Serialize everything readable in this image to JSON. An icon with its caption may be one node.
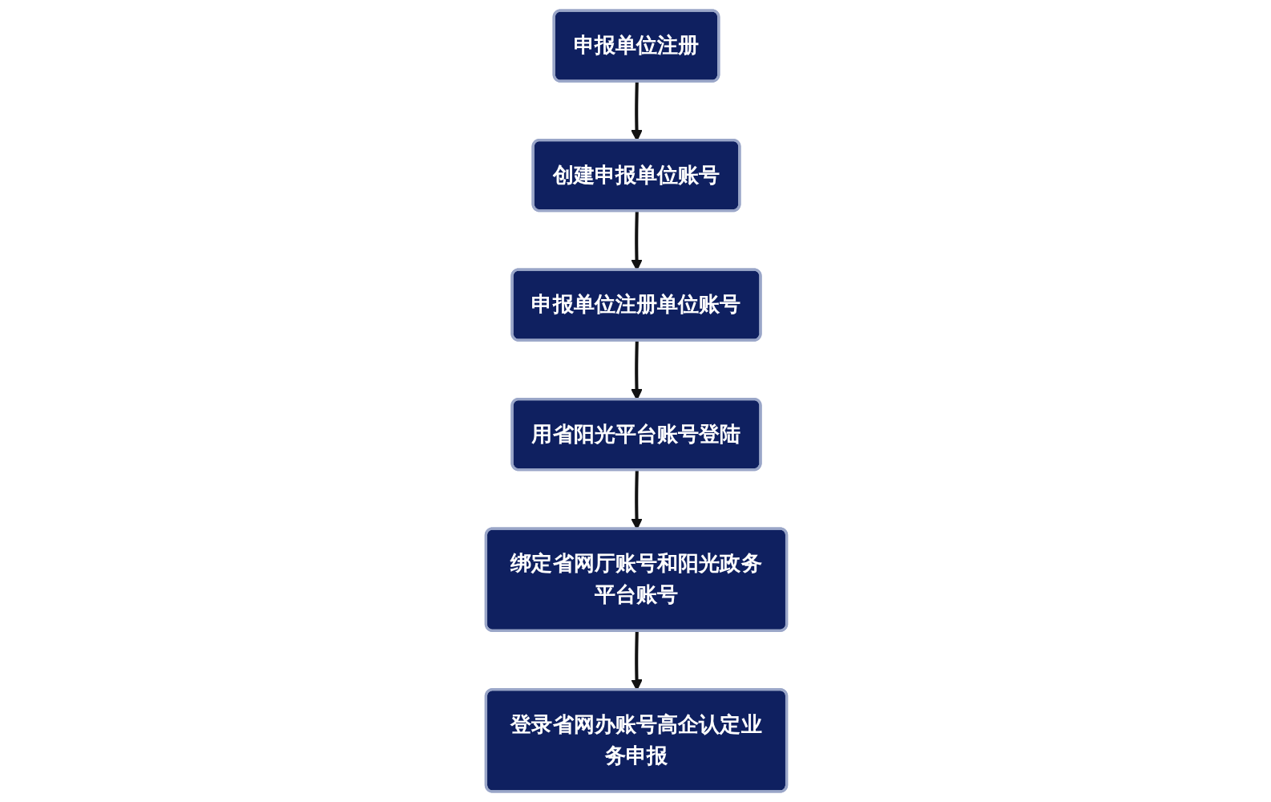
{
  "diagram": {
    "nodes": [
      {
        "text": [
          "申报单位注册"
        ]
      },
      {
        "text": [
          "创建申报单位账号"
        ]
      },
      {
        "text": [
          "申报单位注册单位账号"
        ]
      },
      {
        "text": [
          "用省阳光平台账号登陆"
        ]
      },
      {
        "text": [
          "绑定省网厅账号和阳光政务平台账号"
        ]
      },
      {
        "text": [
          "登录省网办账号高企认定业务申报"
        ]
      }
    ],
    "edges": [
      {
        "from": 0,
        "to": 1,
        "arrow": "to"
      },
      {
        "from": 1,
        "to": 2,
        "arrow": "to"
      },
      {
        "from": 2,
        "to": 3,
        "arrow": "to"
      },
      {
        "from": 3,
        "to": 4,
        "arrow": "to"
      },
      {
        "from": 4,
        "to": 5,
        "arrow": "to"
      }
    ]
  }
}
